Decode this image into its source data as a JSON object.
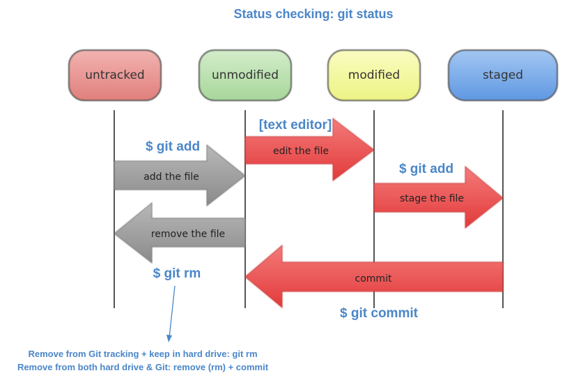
{
  "title": "Status checking: git status",
  "colors": {
    "accent": "#4a86c8",
    "untracked": "#e8918f",
    "unmodified": "#b9dfae",
    "modified": "#f2f79a",
    "staged": "#7aabe8",
    "arrow_gray": "#9a9a9a",
    "arrow_red": "#ec4b4b"
  },
  "states": {
    "untracked": "untracked",
    "unmodified": "unmodified",
    "modified": "modified",
    "staged": "staged"
  },
  "arrows": {
    "add_file": "add the file",
    "edit_file": "edit the file",
    "stage_file": "stage the file",
    "remove_file": "remove the file",
    "commit": "commit"
  },
  "commands": {
    "git_add_1": "$ git add",
    "text_editor": "[text editor]",
    "git_add_2": "$ git add",
    "git_rm": "$ git rm",
    "git_commit": "$ git commit"
  },
  "notes": {
    "line1": "Remove from Git  tracking + keep in hard drive: git rm",
    "line2": "Remove from both hard drive & Git: remove (rm) + commit"
  }
}
